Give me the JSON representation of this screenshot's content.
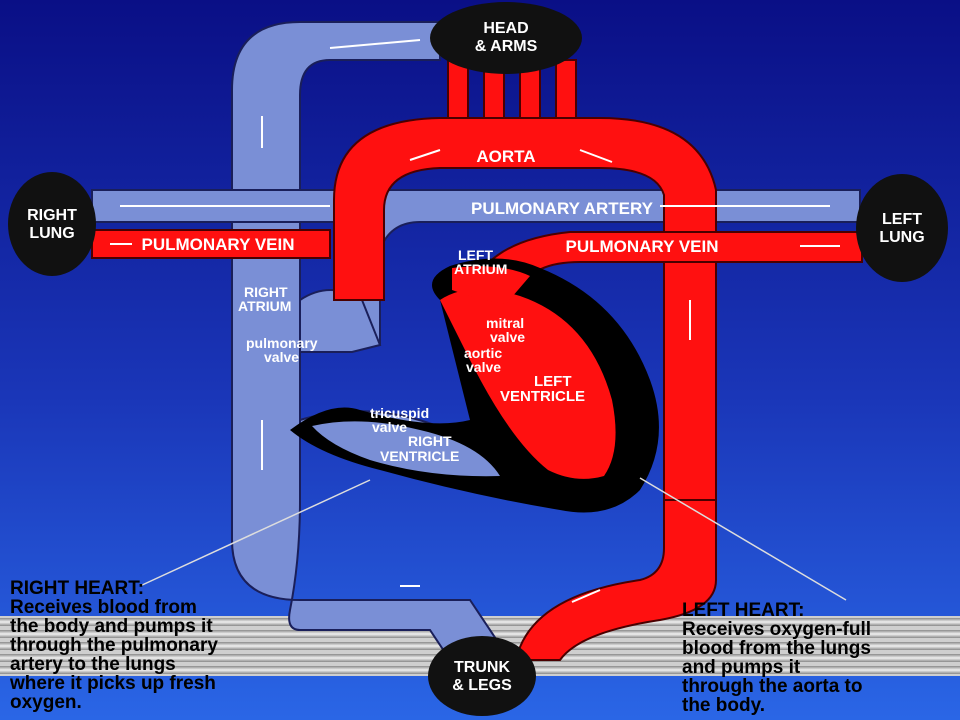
{
  "nodes": {
    "head_arms": [
      "HEAD",
      "& ARMS"
    ],
    "right_lung": [
      "RIGHT",
      "LUNG"
    ],
    "left_lung": [
      "LEFT",
      "LUNG"
    ],
    "trunk_legs": [
      "TRUNK",
      "& LEGS"
    ]
  },
  "vessels": {
    "aorta": "AORTA",
    "pulmonary_artery": "PULMONARY ARTERY",
    "pulmonary_vein_right": "PULMONARY VEIN",
    "pulmonary_vein_left": "PULMONARY VEIN"
  },
  "structures": {
    "left_atrium": [
      "LEFT",
      "ATRIUM"
    ],
    "right_atrium": [
      "RIGHT",
      "ATRIUM"
    ],
    "pulmonary_valve": [
      "pulmonary",
      "valve"
    ],
    "mitral_valve": [
      "mitral",
      "valve"
    ],
    "aortic_valve": [
      "aortic",
      "valve"
    ],
    "left_ventricle": [
      "LEFT",
      "VENTRICLE"
    ],
    "tricuspid_valve": [
      "tricuspid",
      "valve"
    ],
    "right_ventricle": [
      "RIGHT",
      "VENTRICLE"
    ]
  },
  "captions": {
    "right_heart": {
      "title": "RIGHT HEART:",
      "lines": [
        "Receives blood from",
        "the body and pumps it",
        "through the pulmonary",
        "artery to the lungs",
        "where it picks up fresh",
        "oxygen."
      ]
    },
    "left_heart": {
      "title": "LEFT HEART:",
      "lines": [
        "Receives oxygen-full",
        "blood from the lungs",
        "and pumps it",
        "through the aorta to",
        "the body."
      ]
    }
  },
  "colors": {
    "oxygenated": "#ff1010",
    "deoxygenated": "#7a8fd6",
    "heart_wall": "#000000",
    "background": "#1a36b8"
  }
}
